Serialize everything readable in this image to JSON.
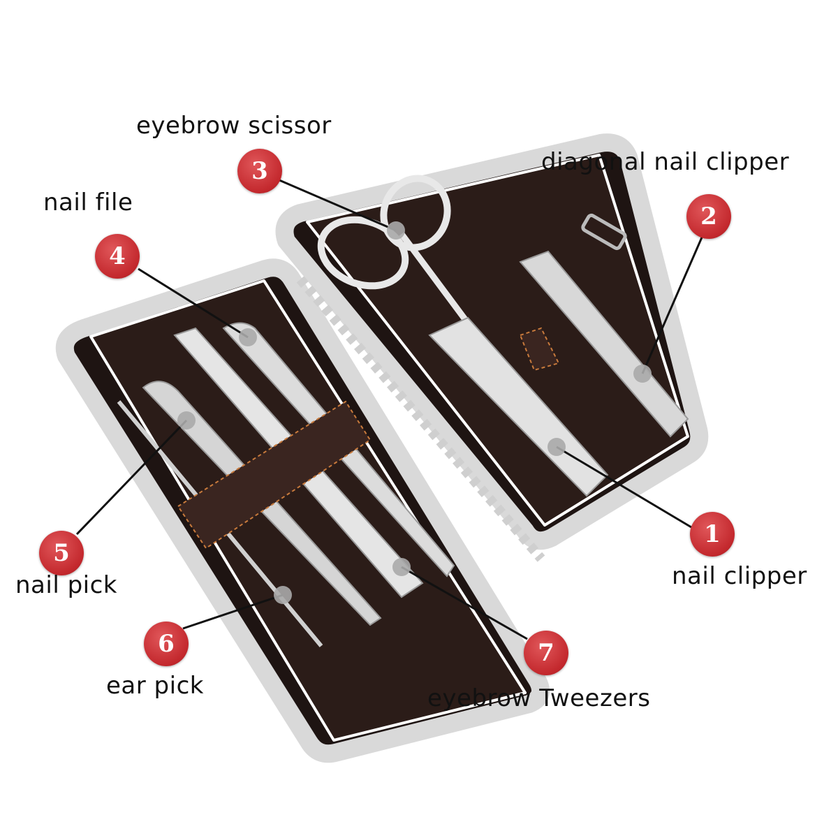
{
  "items": [
    {
      "number": "1",
      "label": "nail clipper"
    },
    {
      "number": "2",
      "label": "diagonal nail clipper"
    },
    {
      "number": "3",
      "label": "eyebrow scissor"
    },
    {
      "number": "4",
      "label": "nail file"
    },
    {
      "number": "5",
      "label": "nail pick"
    },
    {
      "number": "6",
      "label": "ear pick"
    },
    {
      "number": "7",
      "label": "eyebrow Tweezers"
    }
  ],
  "colors": {
    "badge": "#c3282d",
    "case_lining": "#2a1a17",
    "frame": "#e6e6e6",
    "strap": "#3a2520",
    "stitch": "#c87a3c"
  }
}
